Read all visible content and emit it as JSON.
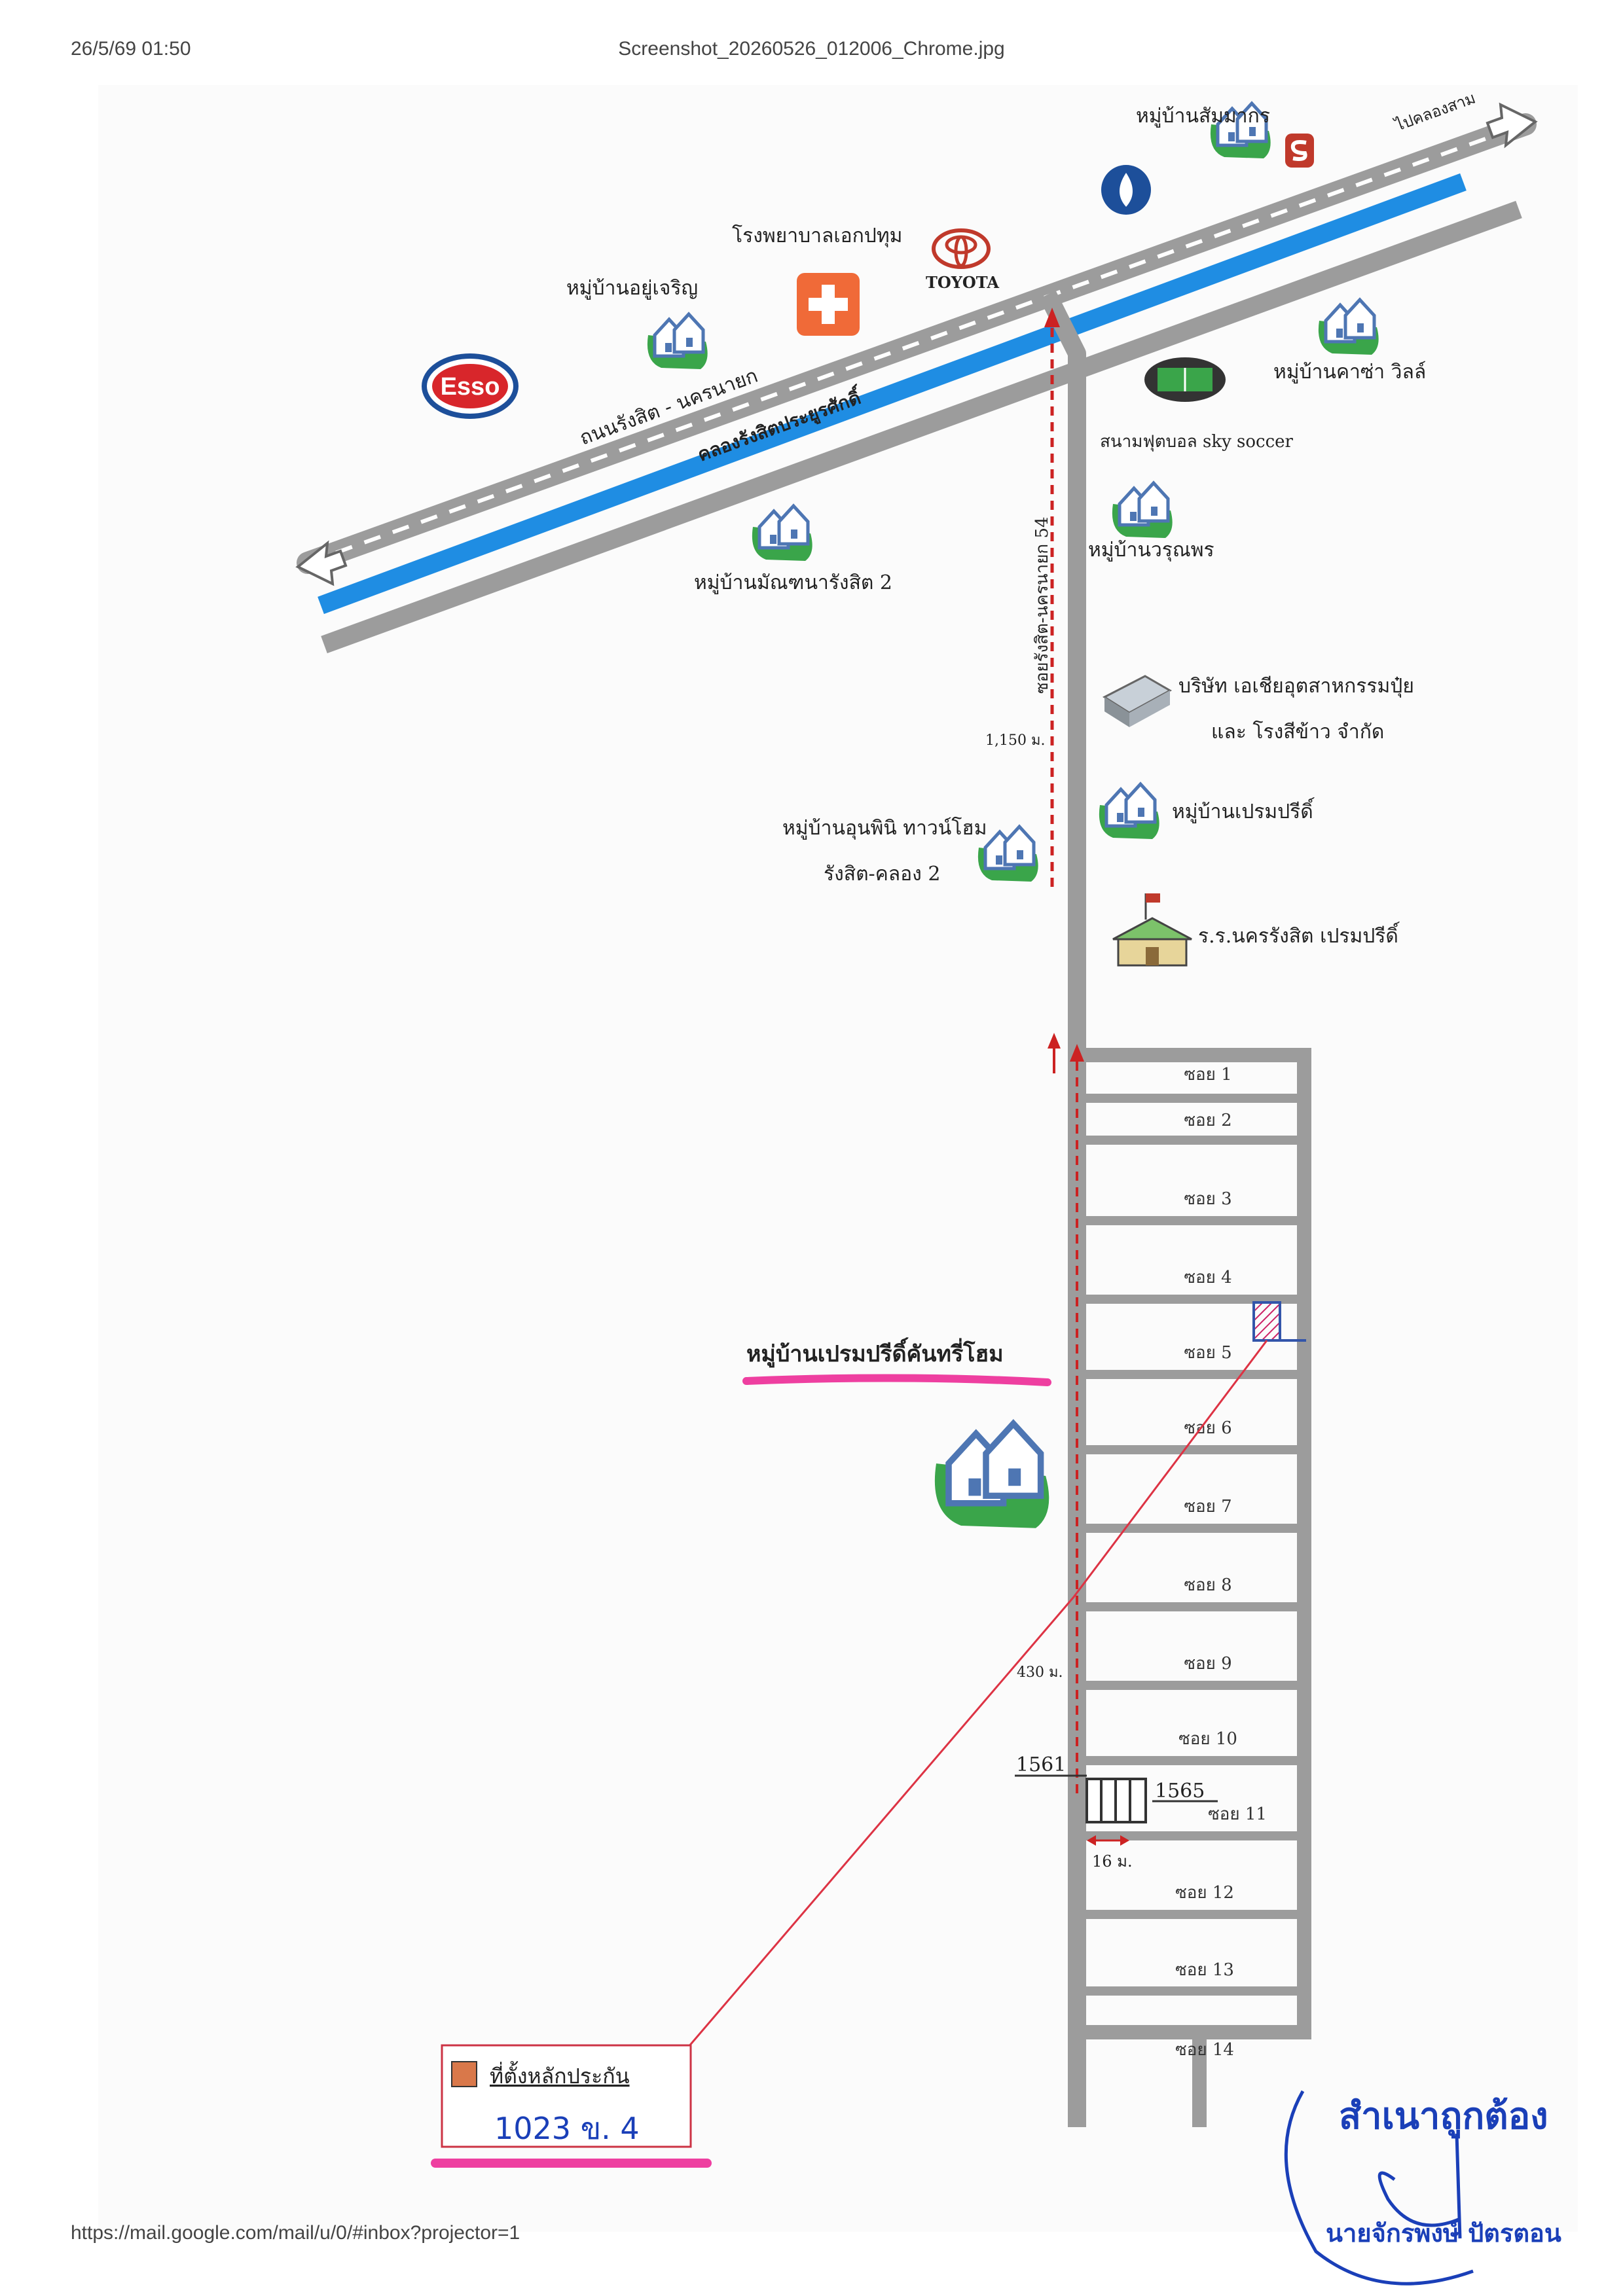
{
  "header": {
    "datetime": "26/5/69 01:50",
    "filename": "Screenshot_20260526_012006_Chrome.jpg"
  },
  "footer": {
    "url": "https://mail.google.com/mail/u/0/#inbox?projector=1"
  },
  "map": {
    "roads": {
      "main_road": "ถนนรังสิต - นครนายก",
      "canal": "คลองรังสิตประยูรศักดิ์",
      "side_road": "ซอยรังสิต-นครนายก 54",
      "to_khlong": "ไปคลองสาม"
    },
    "places": {
      "village_sammakorn": "หมู่บ้านสัมมากร",
      "hospital": "โรงพยาบาลเอกปทุม",
      "toyota": "TOYOTA",
      "village_yucharoen": "หมู่บ้านอยู่เจริญ",
      "esso": "Esso",
      "village_cassia": "หมู่บ้านคาซ่า วิลล์",
      "stadium": "สนามฟุตบอล sky soccer",
      "village_manthana": "หมู่บ้านมัณฑนารังสิต 2",
      "village_runphon": "หมู่บ้านวรุณพร",
      "company_line1": "บริษัท เอเชียอุตสาหกรรมปุ๋ย",
      "company_line2": "และ โรงสีข้าว จำกัด",
      "village_premprecha": "หมู่บ้านเปรมปรีดิ์",
      "village_unphini_line1": "หมู่บ้านอุนพินิ ทาวน์โฮม",
      "village_unphini_line2": "รังสิต-คลอง 2",
      "school": "ร.ร.นครรังสิต เปรมปรีดิ์",
      "village_target": "หมู่บ้านเปรมปรีดิ์คันทรี่โฮม"
    },
    "distances": {
      "d1": "1,150 ม.",
      "d2": "430 ม.",
      "width": "16 ม."
    },
    "lots": {
      "a": "1561",
      "b": "1565"
    },
    "sois": [
      "ซอย 1",
      "ซอย 2",
      "ซอย 3",
      "ซอย 4",
      "ซอย 5",
      "ซอย 6",
      "ซอย 7",
      "ซอย 8",
      "ซอย 9",
      "ซอย 10",
      "ซอย 11",
      "ซอย 12",
      "ซอย 13",
      "ซอย 14"
    ],
    "legend": {
      "label": "ที่ตั้งหลักประกัน",
      "handwritten": "1023 ข. 4"
    },
    "stamp": {
      "title": "สำเนาถูกต้อง",
      "name": "นายจักรพงษ์ ปัตรตอน"
    }
  },
  "colors": {
    "road": "#9c9c9c",
    "canal": "#1f8de3",
    "route": "#cc2222",
    "highlight": "#ee3fa0",
    "pen": "#1a3fb8",
    "esso_red": "#d8262b",
    "esso_blue": "#1d4f9a",
    "hospital": "#f06a38",
    "village_green": "#3aa54a",
    "village_blue": "#4e76b3",
    "legend_box": "#d9784a"
  }
}
